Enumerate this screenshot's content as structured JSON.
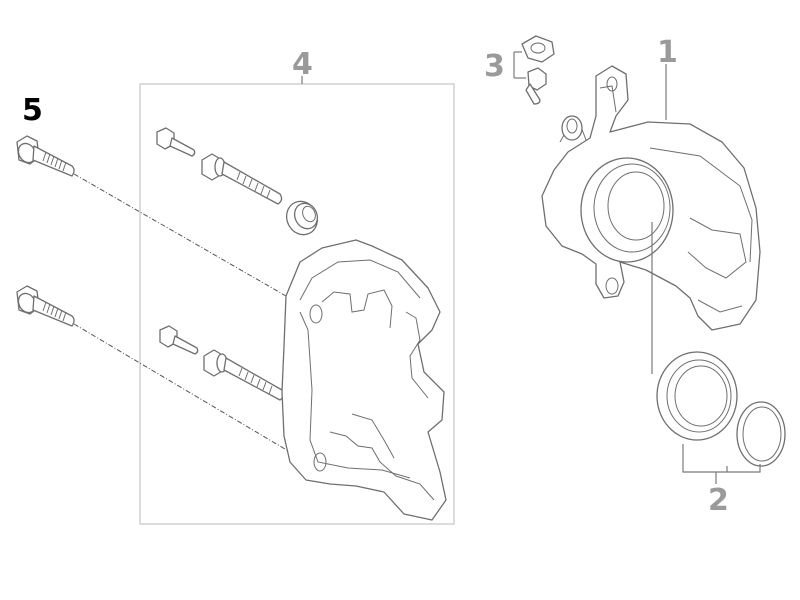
{
  "callouts": {
    "part_1": "1",
    "part_2": "2",
    "part_3": "3",
    "part_4": "4",
    "part_5": "5"
  },
  "colors": {
    "callout_highlight": "#000000",
    "callout_default": "#9a9a9a",
    "line": "#6f6f6f",
    "group_frame": "#c4c4c4"
  },
  "highlighted_part": "5"
}
